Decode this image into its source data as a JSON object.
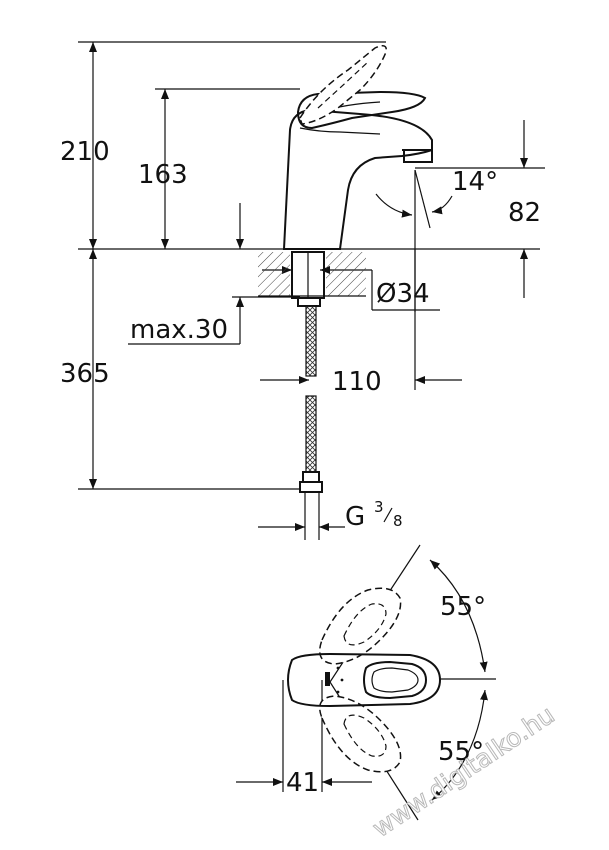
{
  "dimensions": {
    "d210": "210",
    "d163": "163",
    "d14": "14°",
    "d82": "82",
    "d34": "Ø34",
    "dmax30": "max.30",
    "d365": "365",
    "d110": "110",
    "g_prefix": "G",
    "g_num": "3",
    "g_den": "8",
    "a55_top": "55°",
    "a55_bottom": "55°",
    "d41": "41"
  },
  "watermark": "www.digitalko.hu",
  "colors": {
    "line": "#111111",
    "hatch": "#444444",
    "watermark_stroke": "#b8b8b8"
  }
}
